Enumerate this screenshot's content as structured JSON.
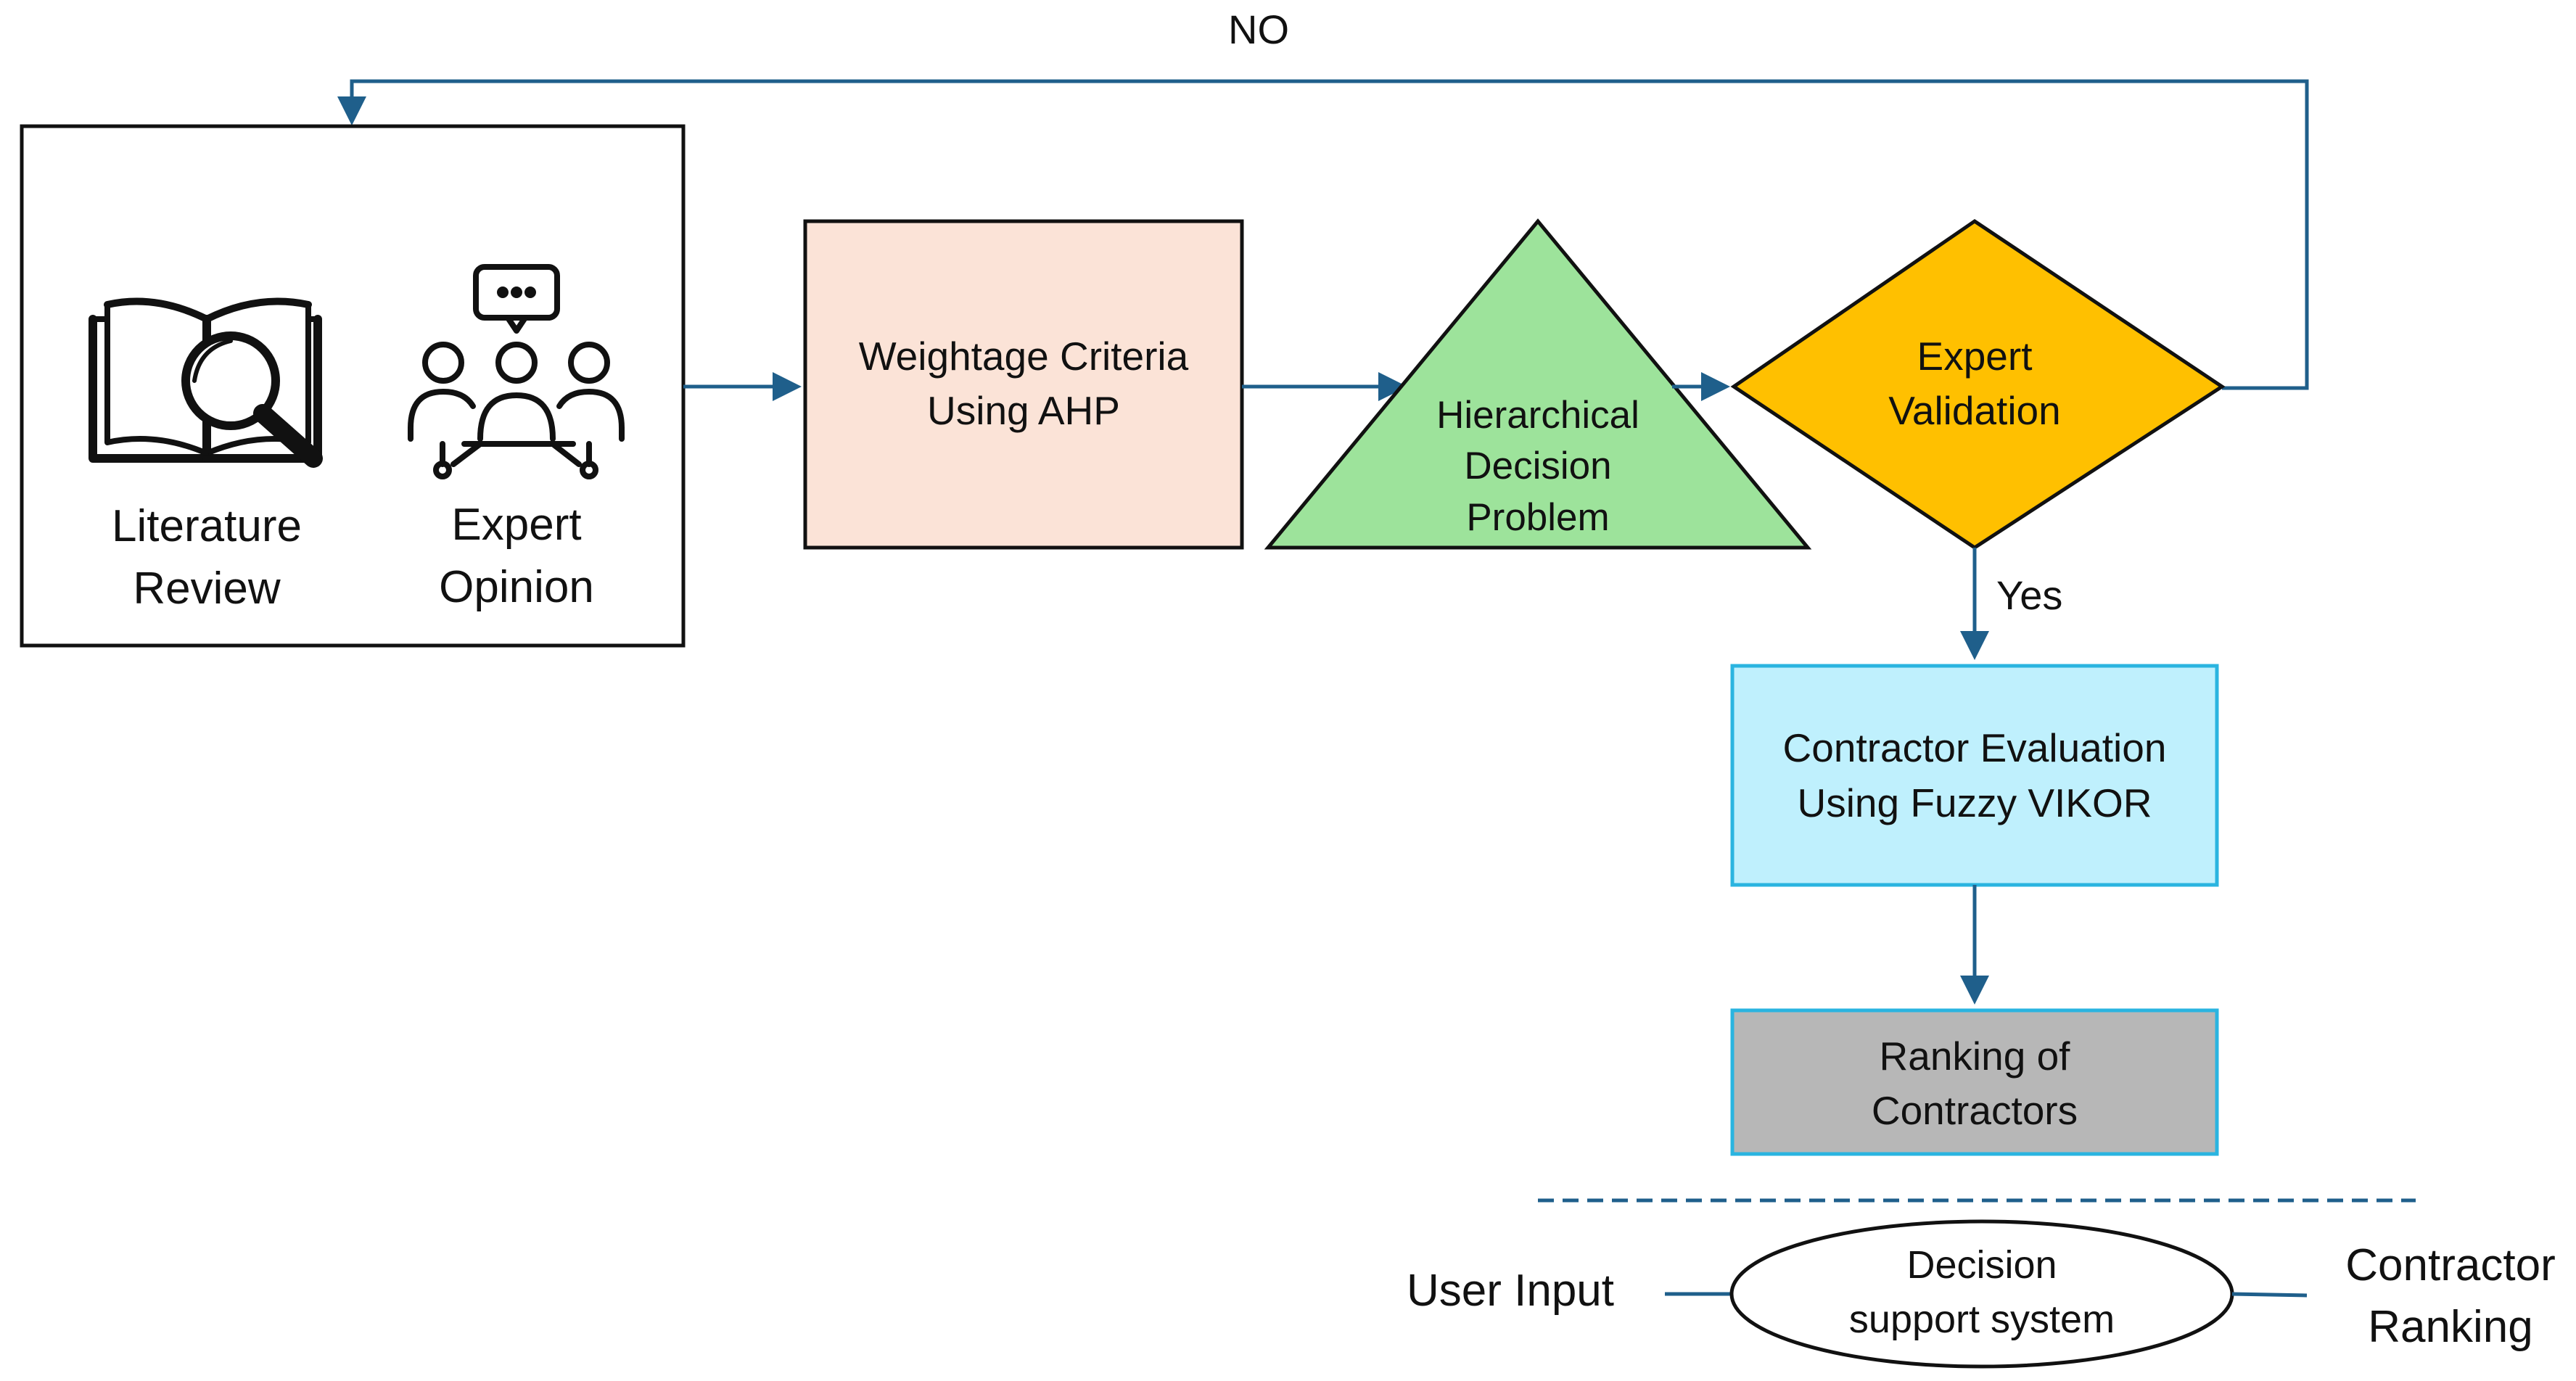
{
  "colors": {
    "connector": "#1f5f8b",
    "weightage_fill": "#fbe3d7",
    "hierarchy_fill": "#9de39b",
    "validation_fill": "#ffc000",
    "evaluation_fill": "#bff0fd",
    "evaluation_border": "#2ab4e0",
    "ranking_fill": "#b7b7b7",
    "ranking_border": "#2ab4e0",
    "outline": "#111111"
  },
  "labels": {
    "no_loop": "NO",
    "yes": "Yes"
  },
  "inputs": {
    "literature": {
      "line1": "Literature",
      "line2": "Review",
      "icon": "book-magnifier-icon"
    },
    "expert": {
      "line1": "Expert",
      "line2": "Opinion",
      "icon": "expert-group-icon"
    }
  },
  "nodes": {
    "weightage": {
      "line1": "Weightage Criteria",
      "line2": "Using AHP"
    },
    "hierarchy": {
      "line1": "Hierarchical",
      "line2": "Decision",
      "line3": "Problem"
    },
    "validation": {
      "line1": "Expert",
      "line2": "Validation"
    },
    "evaluation": {
      "line1": "Contractor Evaluation",
      "line2": "Using Fuzzy VIKOR"
    },
    "ranking": {
      "line1": "Ranking of",
      "line2": "Contractors"
    }
  },
  "dss": {
    "user_input": "User Input",
    "line1": "Decision",
    "line2": "support system",
    "output_line1": "Contractor",
    "output_line2": "Ranking"
  }
}
